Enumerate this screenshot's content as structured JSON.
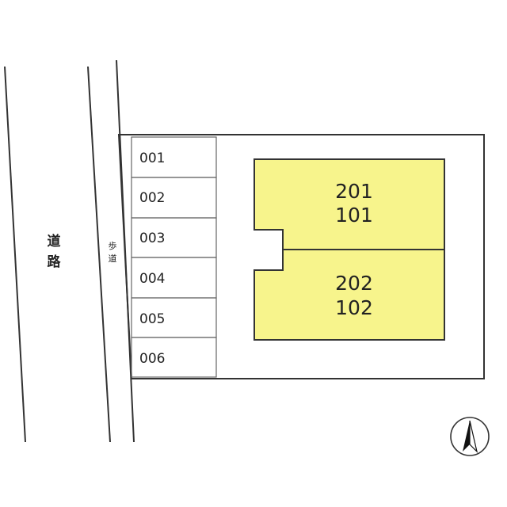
{
  "road": {
    "chars": [
      "道",
      "路"
    ]
  },
  "sidewalk": {
    "chars": [
      "歩",
      "道"
    ]
  },
  "parking_slots": [
    "001",
    "002",
    "003",
    "004",
    "005",
    "006"
  ],
  "units": [
    {
      "upper": "201",
      "lower": "101"
    },
    {
      "upper": "202",
      "lower": "102"
    }
  ],
  "compass": {
    "icon": "north-arrow-icon"
  },
  "colors": {
    "building_fill": "#f7f48c",
    "line": "#333333"
  }
}
